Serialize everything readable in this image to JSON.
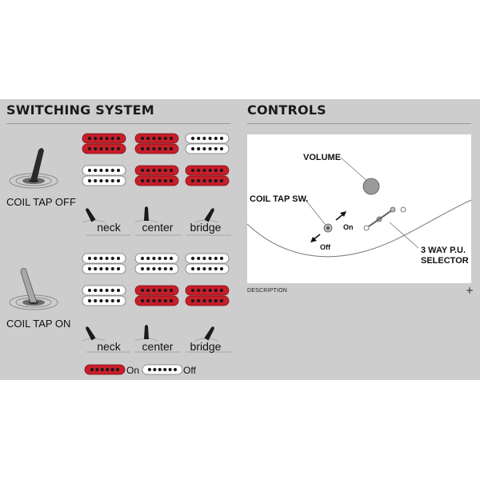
{
  "switching": {
    "title": "SWITCHING SYSTEM",
    "coil_tap_off": {
      "label": "COIL TAP OFF",
      "rows": [
        [
          "on",
          "on",
          "off"
        ],
        [
          "off",
          "on",
          "on"
        ]
      ]
    },
    "coil_tap_on": {
      "label": "COIL TAP ON",
      "rows": [
        [
          "off",
          "off",
          "off"
        ],
        [
          "off",
          "on",
          "on"
        ]
      ]
    },
    "positions": [
      "neck",
      "center",
      "bridge"
    ],
    "legend": {
      "on": "On",
      "off": "Off"
    }
  },
  "controls": {
    "title": "CONTROLS",
    "volume": "VOLUME",
    "coil_tap_sw": "COIL TAP SW.",
    "on": "On",
    "off": "Off",
    "selector_line1": "3 WAY P.U.",
    "selector_line2": "SELECTOR",
    "description": "DESCRIPTION",
    "expand": "+"
  },
  "colors": {
    "panel": "#cdcdcd",
    "pickup_on": "#c81e2a",
    "pickup_off": "#ffffff",
    "pole": "#1a1a1a"
  }
}
